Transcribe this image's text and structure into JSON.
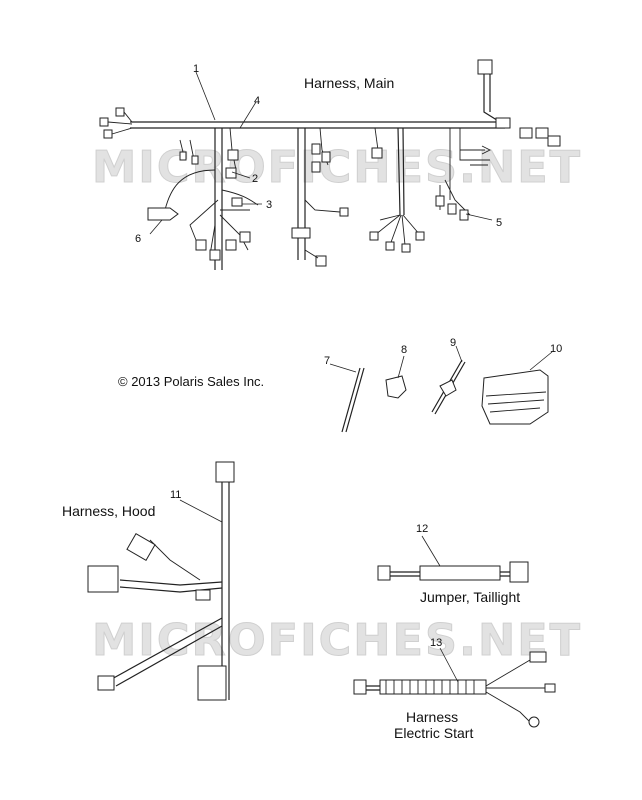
{
  "labels": {
    "harness_main": "Harness, Main",
    "copyright": "© 2013 Polaris Sales Inc.",
    "harness_hood": "Harness, Hood",
    "jumper_taillight": "Jumper, Taillight",
    "harness_es_line1": "Harness",
    "harness_es_line2": "Electric Start"
  },
  "watermark": "MICROFICHES.NET",
  "callouts": [
    "1",
    "2",
    "3",
    "4",
    "5",
    "6",
    "7",
    "8",
    "9",
    "10",
    "11",
    "12",
    "13"
  ]
}
